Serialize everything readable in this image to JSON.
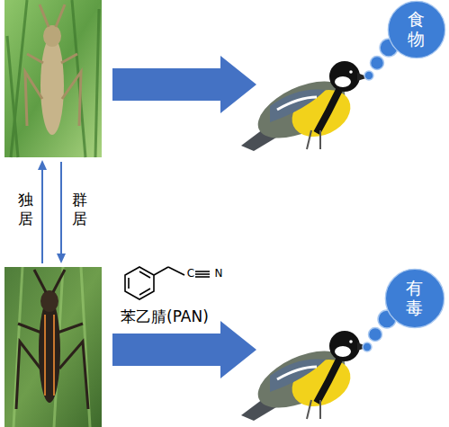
{
  "diagram": {
    "nodes": [
      {
        "text": [
          "食物"
        ]
      },
      {
        "text": [
          "有毒"
        ]
      }
    ],
    "labels": [
      "独居",
      "群居",
      "C",
      "N",
      "苯乙腈(PAN)"
    ]
  }
}
